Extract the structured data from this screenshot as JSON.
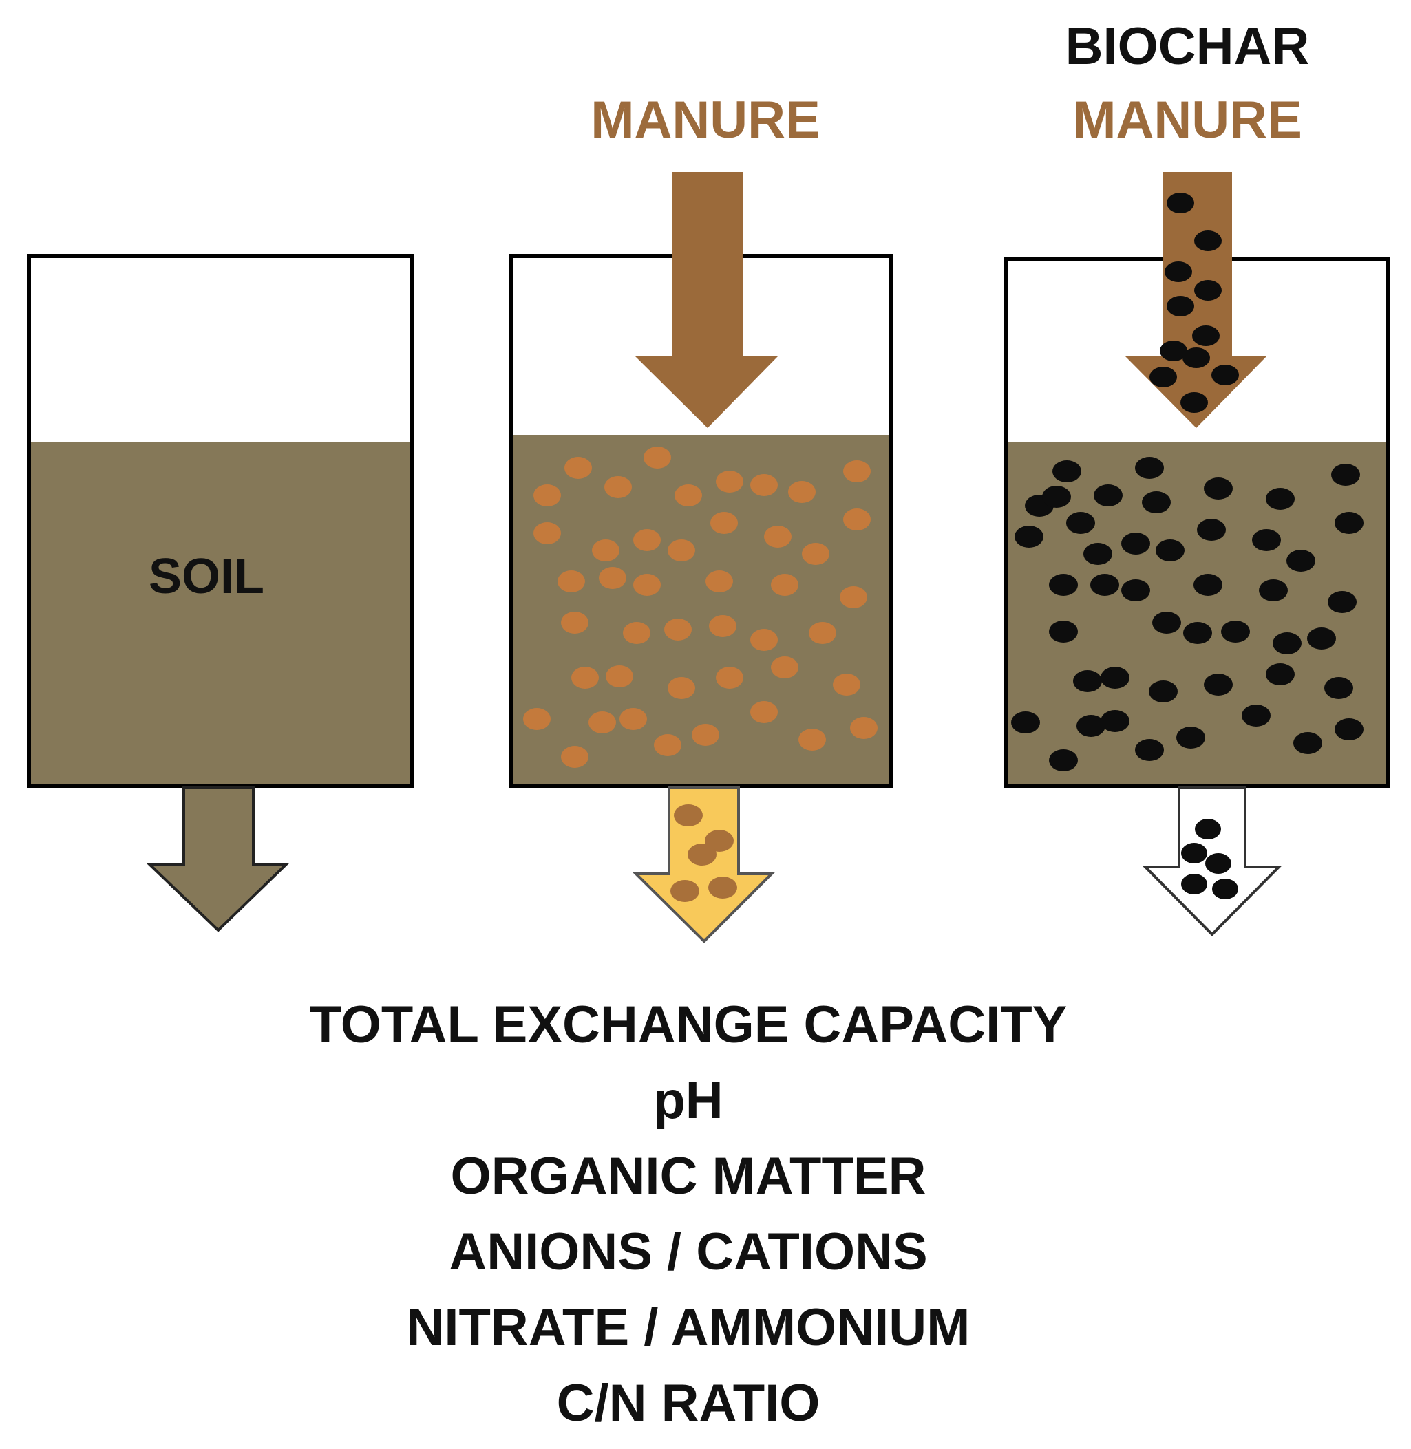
{
  "panels": {
    "soil": {
      "label": "SOIL"
    },
    "manure": {
      "label": "MANURE"
    },
    "biochar_manure": {
      "label_top": "BIOCHAR",
      "label_bottom": "MANURE"
    }
  },
  "properties": [
    "TOTAL EXCHANGE CAPACITY",
    "pH",
    "ORGANIC MATTER",
    "ANIONS / CATIONS",
    "NITRATE / AMMONIUM",
    "C/N RATIO"
  ],
  "colors": {
    "soil": "#857858",
    "manure": "#9b6a3a",
    "manure_particle": "#c47a3c",
    "biochar_particle": "#0d0d0d",
    "leachate_manure": "#f8c95a",
    "leachate_biochar": "#ffffff",
    "label_manure": "#9c6b3c",
    "label_dark": "#111111"
  }
}
